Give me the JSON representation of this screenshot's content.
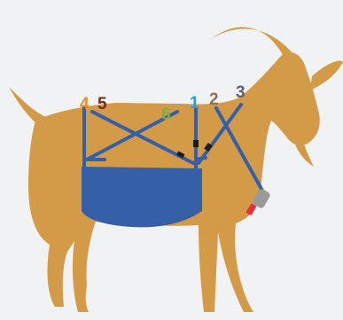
{
  "colors": {
    "background": "#f1f2f3",
    "goat": "#d39a47",
    "harness": "#3560a8",
    "buckle": "#1d1d1d",
    "ring": "#9a9a9a",
    "tag": "#e0343b"
  },
  "strap_labels": [
    {
      "text": "4",
      "color": "#f08a24"
    },
    {
      "text": "5",
      "color": "#7a2a1a"
    },
    {
      "text": "6",
      "color": "#7ab23d"
    },
    {
      "text": "1",
      "color": "#2b9bd6"
    },
    {
      "text": "2",
      "color": "#8b7355"
    },
    {
      "text": "3",
      "color": "#5a6270"
    }
  ]
}
